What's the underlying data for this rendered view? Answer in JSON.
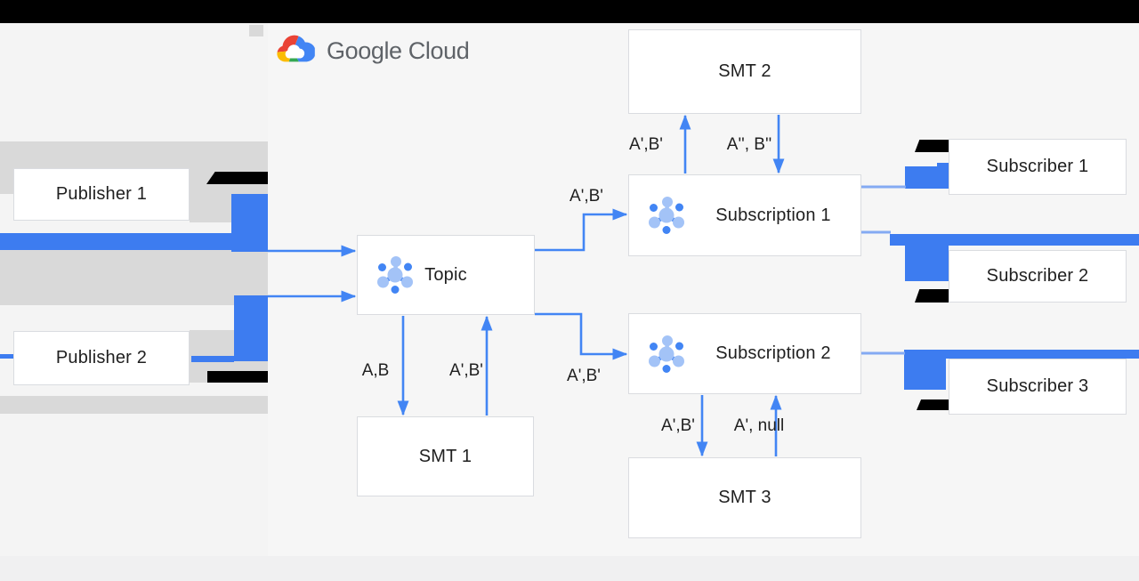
{
  "logo": {
    "text": "Google Cloud"
  },
  "nodes": {
    "publisher1": "Publisher 1",
    "publisher2": "Publisher 2",
    "topic": "Topic",
    "smt1": "SMT 1",
    "smt2": "SMT 2",
    "smt3": "SMT 3",
    "subscription1": "Subscription 1",
    "subscription2": "Subscription 2",
    "subscriber1": "Subscriber 1",
    "subscriber2": "Subscriber 2",
    "subscriber3": "Subscriber 3"
  },
  "edge_labels": {
    "topic_to_smt1": "A,B",
    "smt1_to_topic": "A',B'",
    "sub1_to_smt2": "A',B'",
    "smt2_to_sub1": "A'', B''",
    "topic_to_sub1": "A',B'",
    "topic_to_sub2": "A',B'",
    "sub2_to_smt3": "A',B'",
    "smt3_to_sub2": "A', null"
  },
  "icons": {
    "pubsub": "pubsub-icon",
    "logo_cloud": "google-cloud-logo-icon"
  },
  "colors": {
    "topbar": "#000000",
    "background": "#f6f6f6",
    "left_background": "#f4f4f4",
    "footer": "#f0f0f1",
    "band_gray": "#d9d9d9",
    "box_border": "#dadce0",
    "text": "#1f1f1f",
    "logo_text": "#5f6368",
    "arrow": "#4285f4",
    "arrow_light": "#84aaf3",
    "magnified_arrow": "#3d7cf0",
    "icon_blue": "#4285f4",
    "icon_light_blue": "#a3c3f7",
    "google_red": "#ea4335",
    "google_yellow": "#fbbc04",
    "google_green": "#34a853",
    "google_blue": "#4285f4"
  }
}
